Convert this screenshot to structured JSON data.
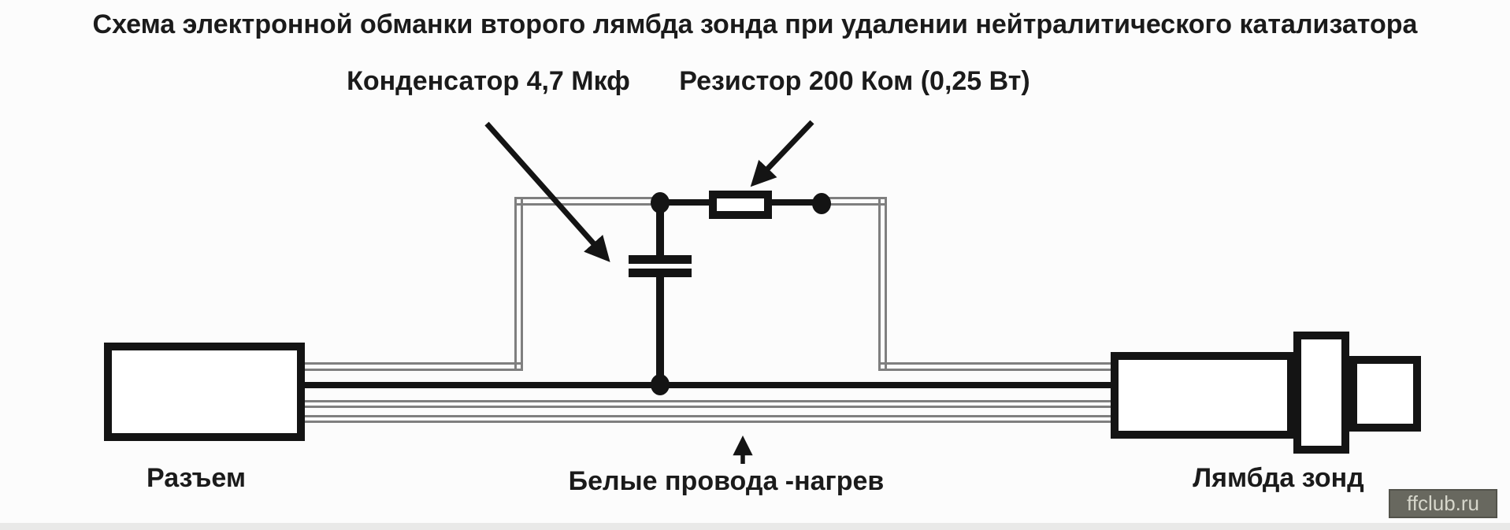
{
  "title": "Схема электронной обманки второго лямбда зонда при удалении нейтралитического катализатора",
  "labels": {
    "capacitor": "Конденсатор 4,7 Мкф",
    "resistor": "Резистор 200 Ком (0,25 Вт)",
    "connector": "Разъем",
    "heater_wires": "Белые провода -нагрев",
    "lambda_sensor": "Лямбда зонд"
  },
  "watermark": "ffclub.ru",
  "colors": {
    "ink": "#141414",
    "wire_gray": "#7f7f7f",
    "background": "#fcfcfc",
    "watermark_bg": "#68685f",
    "watermark_text": "#d6d6cb"
  }
}
